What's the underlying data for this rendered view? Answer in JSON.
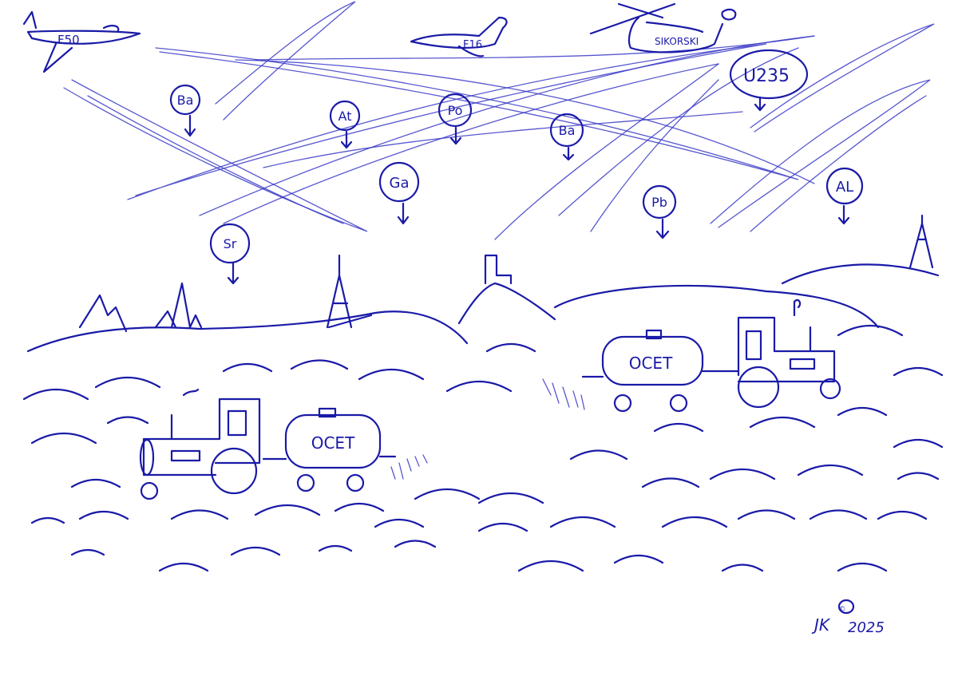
{
  "aircraft": {
    "plane1": "F50",
    "plane2": "F16",
    "helicopter": "SIKORSKI"
  },
  "elements": [
    "Ba",
    "At",
    "Po",
    "Ba",
    "U235",
    "Ga",
    "Pb",
    "AL",
    "Sr"
  ],
  "tankers": {
    "left": "OCET",
    "right": "OCET"
  },
  "signature": {
    "initials": "JK",
    "copyright": "©",
    "year": "2025"
  },
  "colors": {
    "ink": "#1a1aa8",
    "paper": "#ffffff"
  }
}
